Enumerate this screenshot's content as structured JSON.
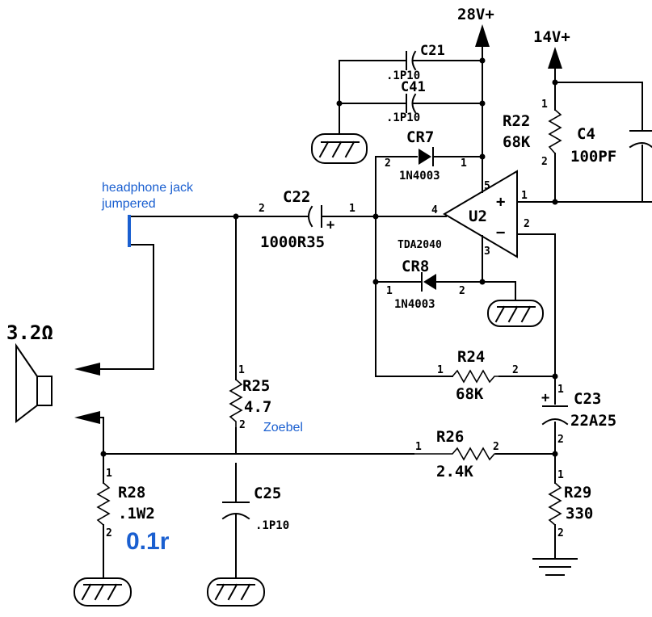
{
  "rails": {
    "v28": "28V+",
    "v14": "14V+"
  },
  "speaker": {
    "label": "3.2Ω"
  },
  "notes": {
    "headphone_line1": "headphone jack",
    "headphone_line2": "jumpered",
    "zoebel": "Zoebel",
    "r28_note": "0.1r"
  },
  "components": {
    "c21": {
      "ref": "C21",
      "value": ".1P10"
    },
    "c41": {
      "ref": "C41",
      "value": ".1P10"
    },
    "cr7": {
      "ref": "CR7",
      "value": "1N4003",
      "pin1": "1",
      "pin2": "2"
    },
    "cr8": {
      "ref": "CR8",
      "value": "1N4003",
      "pin1": "1",
      "pin2": "2"
    },
    "c22": {
      "ref": "C22",
      "value": "1000R35",
      "pin1": "1",
      "pin2": "2",
      "polarity": "+"
    },
    "u2": {
      "ref": "U2",
      "part": "TDA2040",
      "pin1": "1",
      "pin2": "2",
      "pin3": "3",
      "pin4": "4",
      "pin5": "5",
      "plus": "+",
      "minus": "−"
    },
    "r22": {
      "ref": "R22",
      "value": "68K",
      "pin1": "1",
      "pin2": "2"
    },
    "c4": {
      "ref": "C4",
      "value": "100PF"
    },
    "r24": {
      "ref": "R24",
      "value": "68K",
      "pin1": "1",
      "pin2": "2"
    },
    "r25": {
      "ref": "R25",
      "value": "4.7",
      "pin1": "1",
      "pin2": "2"
    },
    "c23": {
      "ref": "C23",
      "value": "22A25",
      "pin1": "1",
      "pin2": "2",
      "polarity": "+"
    },
    "r26": {
      "ref": "R26",
      "value": "2.4K",
      "pin1": "1",
      "pin2": "2"
    },
    "r28": {
      "ref": "R28",
      "value": ".1W2",
      "pin1": "1",
      "pin2": "2"
    },
    "c25": {
      "ref": "C25",
      "value": ".1P10"
    },
    "r29": {
      "ref": "R29",
      "value": "330",
      "pin1": "1",
      "pin2": "2"
    }
  }
}
